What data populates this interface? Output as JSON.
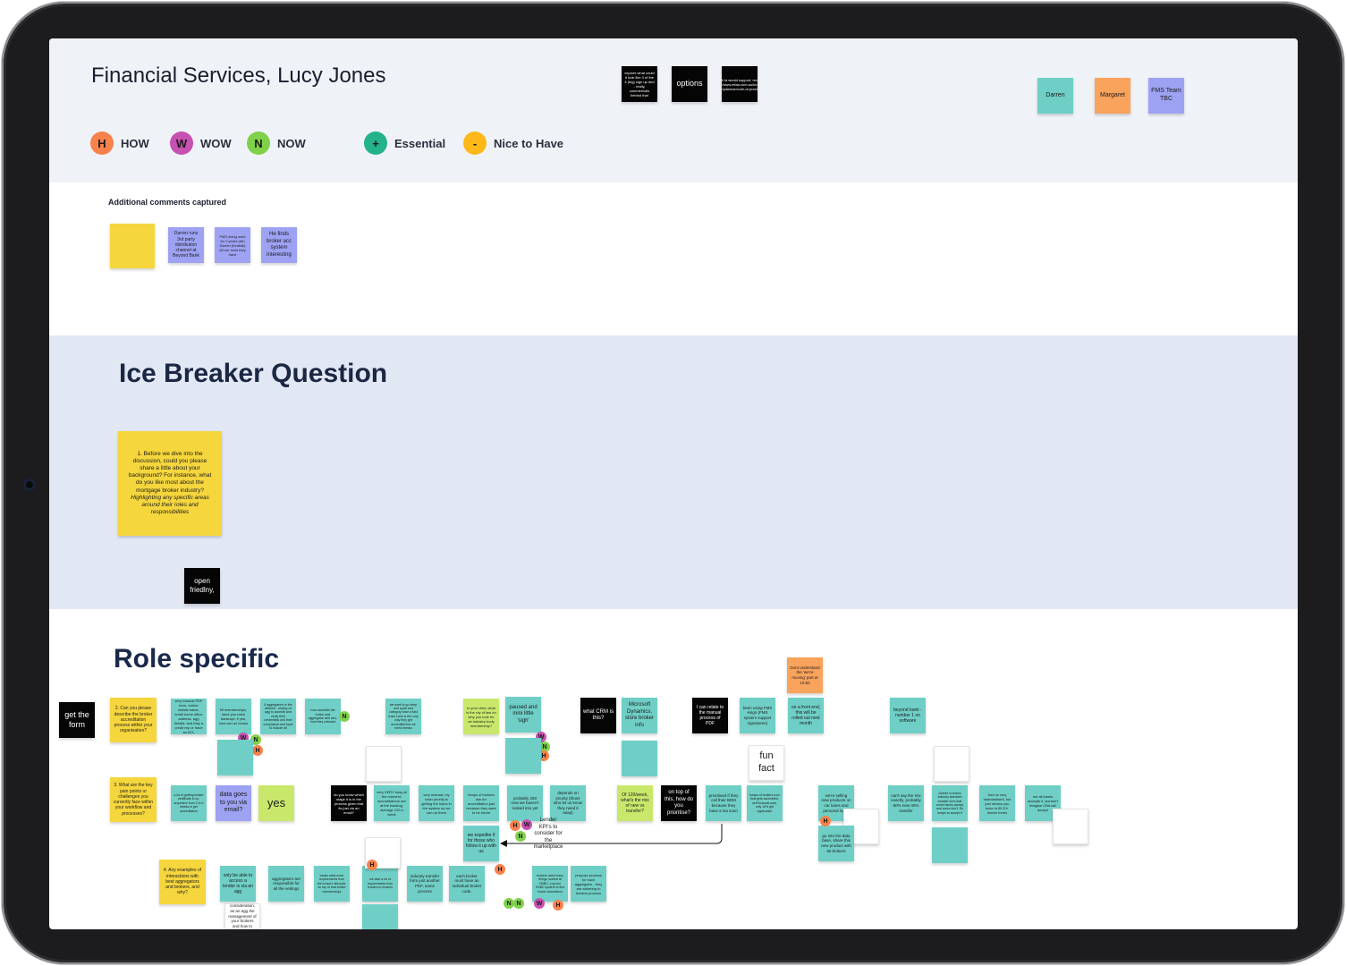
{
  "board": {
    "title": "Financial Services, Lucy Jones"
  },
  "header_notes": [
    {
      "text": "explore what could it look like 3 of the 4 (big) sign up and - really, commericals behind that"
    },
    {
      "text": "options"
    },
    {
      "text": "agg & la would support, review - https://www.mfaa.com.au/industry-compliance/code-of-practice"
    }
  ],
  "people": [
    {
      "name": "Darren",
      "color": "#6fcfc6"
    },
    {
      "name": "Margaret",
      "color": "#f9a35c"
    },
    {
      "name": "FMS Team TBC",
      "color": "#9ea2f3"
    }
  ],
  "legend": [
    {
      "letter": "H",
      "label": "HOW",
      "color": "#f7824c"
    },
    {
      "letter": "W",
      "label": "WOW",
      "color": "#c651b0"
    },
    {
      "letter": "N",
      "label": "NOW",
      "color": "#7fd14a"
    },
    {
      "letter": "+",
      "label": "Essential",
      "color": "#23b28a"
    },
    {
      "letter": "-",
      "label": "Nice to Have",
      "color": "#ffb819"
    }
  ],
  "comments": {
    "heading": "Additional comments captured",
    "notes": [
      "",
      "Darren runs 3rd party distribution channel at Beyond Bank",
      "FMS doing work for 2 years with Darren (football) All our tools they have",
      "He finds broker acc system interesting"
    ]
  },
  "ice_breaker": {
    "title": "Ice Breaker Question",
    "question": "1. Before we dive into the discussion, could you please share a little about your background? For instance, what do you like most about the mortgage broker industry?",
    "question_italic": "Highlighting any specific areas around their roles and responsibilities",
    "side_note": "open friedlny,"
  },
  "role_specific": {
    "title": "Role specific",
    "row1": [
      "get the form",
      "2. Can you please describe the broker accreditation process within your organisation?",
      "very manual PDF form, broker details name, small home office address, agg details, and they a credit rep or have an ACL",
      "fill memberships, have you been bankrupt, if yes, how can an bonus",
      "8 aggregators in the network - relying on agg to accredit and verify their credentials and their compliance and have to include all",
      "how accredits the broker and aggregator with who, how they onboard",
      "we want to go deep and quick and category have a fast track Lane is the only way they get accredited but we need checks",
      "in your view, what is the rdy of law on why you look for an industry body membership?",
      "paused and mini little 'sigh'",
      "what CRM is this?",
      "Microsoft Dynamics, store broker info",
      "I can relate to the manual process of PDF",
      "been using FMS esign (FMS system support signatures)",
      "on a front end, this will be rolled out next month",
      "beyond bank - number 1 on software"
    ],
    "row2": [
      "3. What are the key pain points or challenges you currently face within your workflow and processes?",
      "a lot of getting broker certificate in so, anywhere from 2 to 6 weeks to get accreditation",
      "data goes to you via email?",
      "yes",
      "do you know which stage it is in the process given that its just via an email?",
      "very VERY busy at the moment, accreditations are at the backlog, average 120 a week",
      "very manual, my main priority is getting the loans in the system so we can do them",
      "heaps of brokers ask for accreditation just because they want to for future",
      "probably 250 now we haven't looked into yet",
      "depends on priority (those who let us know they need it asap)",
      "Of 120/week, what's the mix of new vs transfer?",
      "on top of this, how do you prioritise?",
      "prioritised if they call their BDM because they have a loa soon",
      "heaps of brokers now that gets accredited, sell financial year, only 10% get application",
      "we're selling new products on car loans and personal loans",
      "can't say the mix exactly, probably 60% new 40% transfer",
      "Darren in teams industry standard transfer form that some banks accept and some don't, it's heaps to accept it",
      "form is very standardised, but just means you have to fill 20+ lender forms",
      "not all banks accepts it, wouldn't imagine CBA will accept"
    ],
    "row3": [
      "4. Any examples of interactions with best aggregators and brokers, and why?",
      "only be able to access a lender is via an agg",
      "aggregators are responsible for all the vettings",
      "banks want more requirements from the broker's lifecycle, on top of that broker memberships",
      "we take a lot of requirements from lenders to brokers",
      "industry transfer form just another PDF, same process",
      "each broker must have an individual broker code.",
      "we expedite if for those who follow it up with us",
      "brokers need many things, looked at HSBC, Log into HSBC system to find broker accreditors",
      "propose process for each aggregator - they are adhering to lenders process",
      "Lender KPI's to consider for the marketplace",
      "fun fact",
      "Dont understand the 'we're moving' part at 10:50",
      "go into the data base, share this new product with 5k brokers",
      "consideration, as an agg the management of your brokers and how to"
    ]
  }
}
